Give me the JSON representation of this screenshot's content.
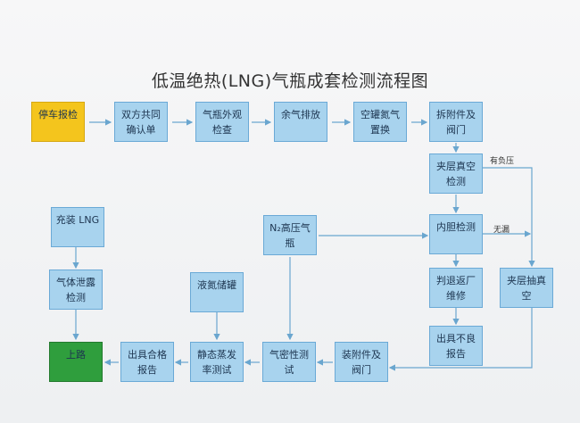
{
  "title": "低温绝热(LNG)气瓶成套检测流程图",
  "nodes": {
    "park": "停车报检",
    "confirm": "双方共同确认单",
    "appearance": "气瓶外观检查",
    "vent": "余气排放",
    "purge": "空罐氮气置换",
    "remove": "拆附件及阀门",
    "vacuum_check": "夹层真空检测",
    "inner_check": "内胆检测",
    "reject": "判退返厂维修",
    "bad_report": "出具不良报告",
    "evacuate": "夹层抽真空",
    "n2": "N₂高压气瓶",
    "install": "装附件及阀门",
    "airtight": "气密性测试",
    "ln2": "液氮储罐",
    "evap": "静态蒸发率测试",
    "pass_report": "出具合格报告",
    "road": "上路",
    "fill": "充装 LNG",
    "leak": "气体泄露检测"
  },
  "labels": {
    "negative": "有负压",
    "no_leak": "无漏"
  },
  "colors": {
    "box": "#a8d3ee",
    "start": "#f4c51d",
    "end": "#2f9e3d",
    "arrow": "#6aa6cf"
  }
}
